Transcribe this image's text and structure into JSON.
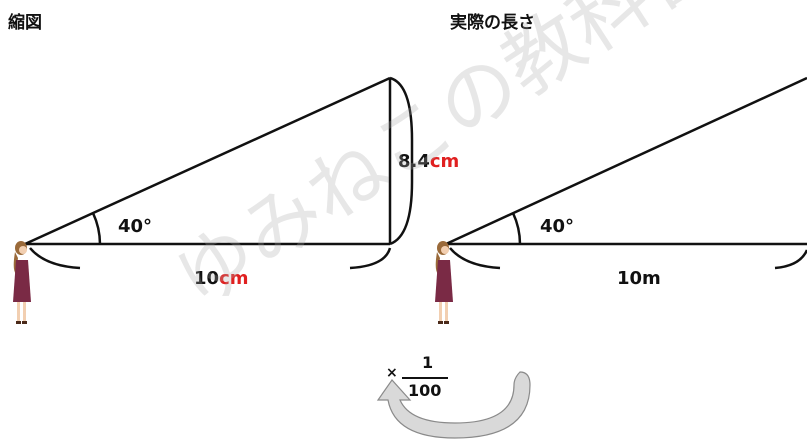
{
  "titles": {
    "left": "縮図",
    "right": "実際の長さ"
  },
  "left_figure": {
    "angle": "40°",
    "height_value": "8.4",
    "height_unit": "cm",
    "base_value": "10",
    "base_unit": "cm"
  },
  "right_figure": {
    "angle": "40°",
    "base": "10m"
  },
  "scale": {
    "sign": "×",
    "numerator": "1",
    "denominator": "100"
  },
  "watermark": "ゆみねこの教科書",
  "colors": {
    "line": "#111111",
    "unit_highlight": "#e02020",
    "arrow_fill": "#d9d9d9",
    "dress": "#7a2a45"
  }
}
